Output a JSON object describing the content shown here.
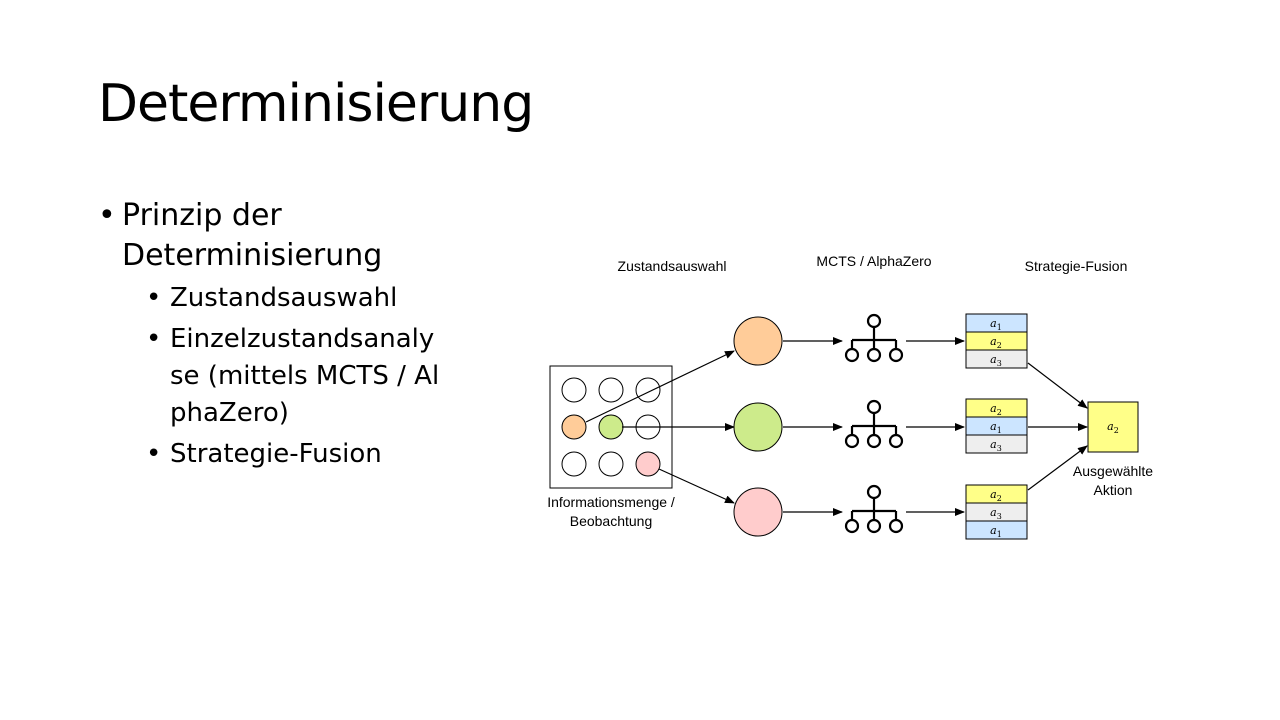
{
  "slide": {
    "title": "Determinisierung",
    "bullets": {
      "main": "Prinzip der Determinisierung",
      "sub": [
        "Zustandsauswahl",
        "Einzelzustandsanalyse (mittels MCTS / AlphaZero)",
        "Strategie-Fusion"
      ]
    }
  },
  "diagram": {
    "headers": {
      "selection": "Zustandsauswahl",
      "mcts": "MCTS / AlphaZero",
      "fusion": "Strategie-Fusion"
    },
    "info_set_label": [
      "Informationsmenge /",
      "Beobachtung"
    ],
    "selected_label": [
      "Ausgewählte",
      "Aktion"
    ],
    "state_colors": [
      "#ffcc99",
      "#cdeb8b",
      "#ffcccc"
    ],
    "action_colors": {
      "a1": "#cce5ff",
      "a2": "#ffff88",
      "a3": "#eeeeee"
    },
    "rows": [
      {
        "actions": [
          "a1",
          "a2",
          "a3"
        ]
      },
      {
        "actions": [
          "a2",
          "a1",
          "a3"
        ]
      },
      {
        "actions": [
          "a2",
          "a3",
          "a1"
        ]
      }
    ],
    "selected_action": "a2",
    "icons": [
      "tree-icon",
      "tree-icon",
      "tree-icon"
    ]
  }
}
